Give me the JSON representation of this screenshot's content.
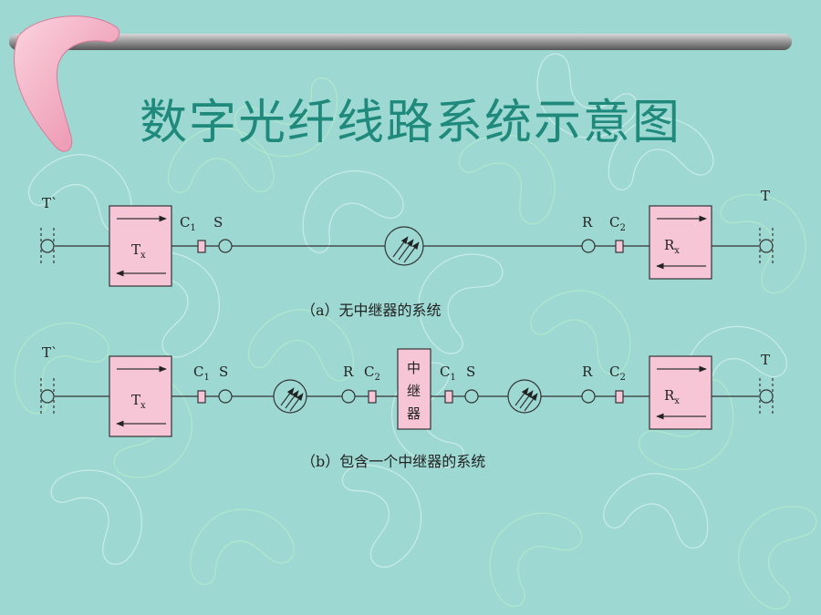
{
  "title": "数字光纤线路系统示意图",
  "colors": {
    "background": "#9dd9d2",
    "title": "#1f8a7c",
    "box_fill": "#f6c6d6",
    "boomerang": "#f5a9c0",
    "rod": "#8f8f8f"
  },
  "diagram_a": {
    "caption": "（a）无中继器的系统",
    "left_terminal": "T`",
    "right_terminal": "T",
    "tx": {
      "main": "T",
      "sub": "x"
    },
    "rx": {
      "main": "R",
      "sub": "x"
    },
    "c1": {
      "main": "C",
      "sub": "1"
    },
    "s": "S",
    "r": "R",
    "c2": {
      "main": "C",
      "sub": "2"
    }
  },
  "diagram_b": {
    "caption": "（b）包含一个中继器的系统",
    "left_terminal": "T`",
    "right_terminal": "T",
    "tx": {
      "main": "T",
      "sub": "x"
    },
    "rx": {
      "main": "R",
      "sub": "x"
    },
    "c1": {
      "main": "C",
      "sub": "1"
    },
    "s": "S",
    "r": "R",
    "c2": {
      "main": "C",
      "sub": "2"
    },
    "repeater": [
      "中",
      "继",
      "器"
    ]
  }
}
